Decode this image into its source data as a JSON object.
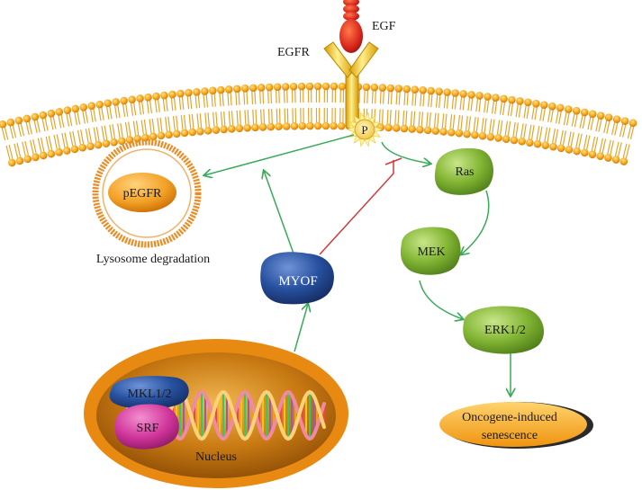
{
  "labels": {
    "egf": "EGF",
    "egfr": "EGFR",
    "phospho": "P",
    "pegfr": "pEGFR",
    "lysosome": "Lysosome degradation",
    "myof": "MYOF",
    "ras": "Ras",
    "mek": "MEK",
    "erk": "ERK1/2",
    "senescence_line1": "Oncogene-induced",
    "senescence_line2": "senescence",
    "mkl": "MKL1/2",
    "srf": "SRF",
    "nucleus": "Nucleus"
  },
  "colors": {
    "activation_arrow": "#3aaa5a",
    "inhibition_line": "#d23a3a",
    "membrane_head": "#f2a21a",
    "receptor": "#f0c419",
    "ligand": "#d9261c",
    "kinase_green": "#79b02e",
    "myof_blue": "#23489a",
    "srf_magenta": "#d0359a",
    "nucleus_orange": "#e88a12"
  }
}
